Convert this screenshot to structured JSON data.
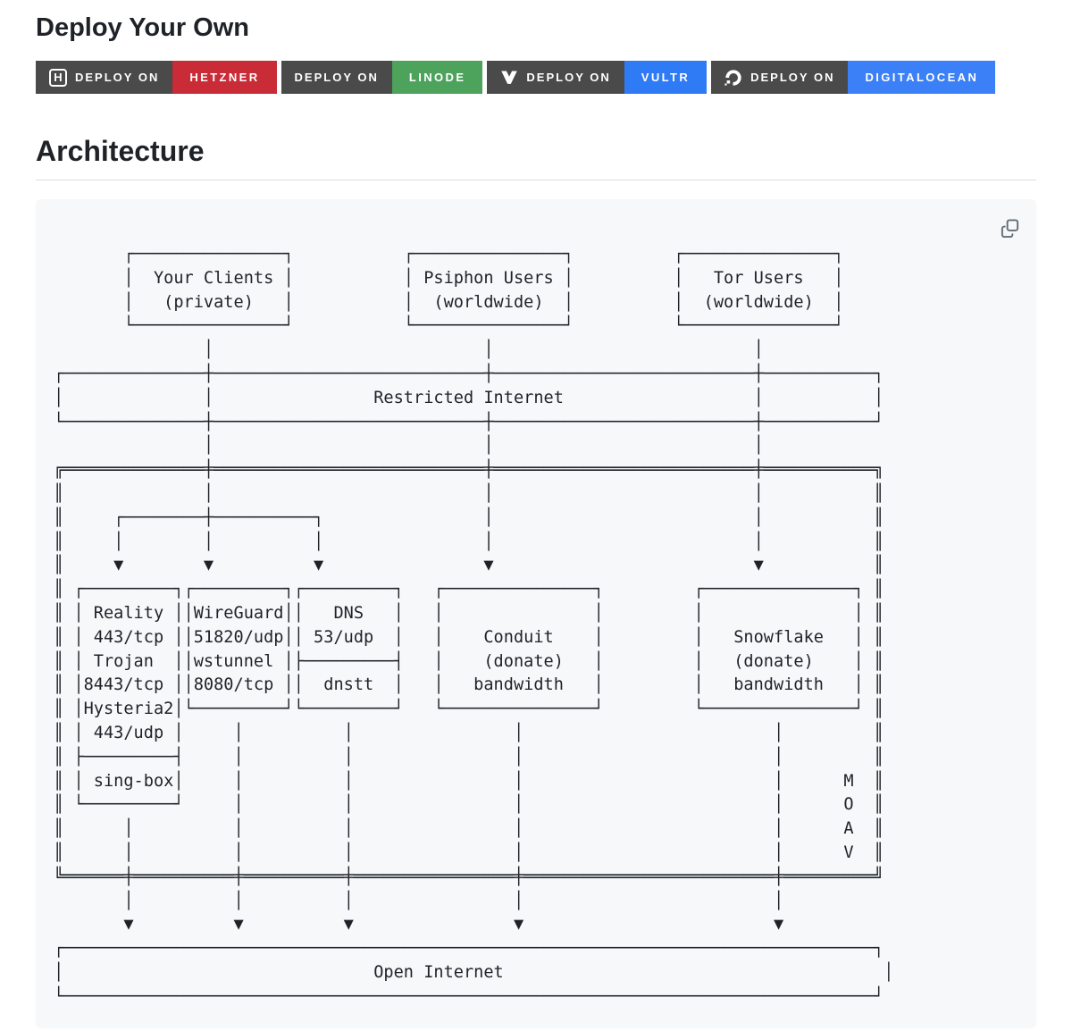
{
  "sections": {
    "deploy_title": "Deploy Your Own",
    "architecture_title": "Architecture"
  },
  "badges": [
    {
      "deploy_label": "DEPLOY ON",
      "provider": "HETZNER",
      "provider_color": "#c92b37",
      "icon": "hetzner-logo-icon"
    },
    {
      "deploy_label": "DEPLOY ON",
      "provider": "LINODE",
      "provider_color": "#4da25c",
      "icon": ""
    },
    {
      "deploy_label": "DEPLOY ON",
      "provider": "VULTR",
      "provider_color": "#2f7bf6",
      "icon": "vultr-logo-icon"
    },
    {
      "deploy_label": "DEPLOY ON",
      "provider": "DIGITALOCEAN",
      "provider_color": "#3b80f6",
      "icon": "digitalocean-logo-icon"
    }
  ],
  "code_block": {
    "copy_icon": "copy-icon"
  },
  "diagram": {
    "nodes": [
      "Your Clients (private)",
      "Psiphon Users (worldwide)",
      "Tor Users (worldwide)",
      "Restricted Internet",
      "Reality 443/tcp Trojan 8443/tcp Hysteria2 443/udp",
      "WireGuard 51820/udp wstunnel 8080/tcp",
      "DNS 53/udp dnstt",
      "Conduit (donate) bandwidth",
      "Snowflake (donate) bandwidth",
      "sing-box",
      "MOAV",
      "Open Internet"
    ],
    "ascii": "\n       ┌───────────────┐           ┌───────────────┐          ┌───────────────┐\n       │  Your Clients │           │ Psiphon Users │          │   Tor Users   │\n       │   (private)   │           │  (worldwide)  │          │  (worldwide)  │\n       └───────────────┘           └───────────────┘          └───────────────┘\n               │                           │                          │\n┌──────────────┼───────────────────────────┼──────────────────────────┼───────────┐\n│              │                Restricted Internet                   │           │\n└──────────────┼───────────────────────────┼──────────────────────────┼───────────┘\n               │                           │                          │\n╔══════════════╪═══════════════════════════╪══════════════════════════╪═══════════╗\n║              │                           │                          │           ║\n║     ┌────────┼──────────┐                │                          │           ║\n║     │        │          │                │                          │           ║\n║     ▼        ▼          ▼                ▼                          ▼           ║\n║ ┌─────────┐┌─────────┐┌─────────┐   ┌───────────────┐         ┌───────────────┐ ║\n║ │ Reality ││WireGuard││   DNS   │   │               │         │               │ ║\n║ │ 443/tcp ││51820/udp││ 53/udp  │   │    Conduit    │         │   Snowflake   │ ║\n║ │ Trojan  ││wstunnel │├─────────┤   │    (donate)   │         │   (donate)    │ ║\n║ │8443/tcp ││8080/tcp ││  dnstt  │   │   bandwidth   │         │   bandwidth   │ ║\n║ │Hysteria2│└─────────┘└─────────┘   └───────────────┘         └───────────────┘ ║\n║ │ 443/udp │     │          │                │                         │         ║\n║ ├─────────┤     │          │                │                         │         ║\n║ │ sing-box│     │          │                │                         │      M  ║\n║ └─────────┘     │          │                │                         │      O  ║\n║      │          │          │                │                         │      A  ║\n║      │          │          │                │                         │      V  ║\n╚══════╪══════════╪══════════╪════════════════╪═════════════════════════╪═════════╝\n       │          │          │                │                         │\n       ▼          ▼          ▼                ▼                         ▼\n┌─────────────────────────────────────────────────────────────────────────────────┐\n│                               Open Internet                                      │\n└─────────────────────────────────────────────────────────────────────────────────┘"
  }
}
